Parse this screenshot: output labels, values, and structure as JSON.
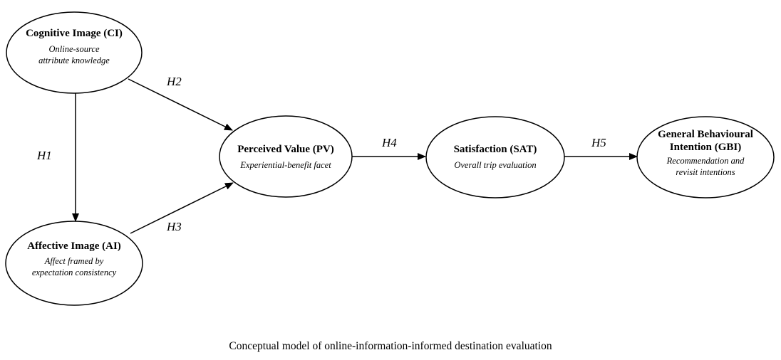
{
  "nodes": {
    "ci": {
      "title": "Cognitive Image (CI)",
      "sub1": "Online-source",
      "sub2": "attribute knowledge"
    },
    "ai": {
      "title": "Affective Image (AI)",
      "sub1": "Affect framed by",
      "sub2": "expectation consistency"
    },
    "pv": {
      "title": "Perceived Value (PV)",
      "sub1": "Experiential-benefit facet"
    },
    "sat": {
      "title": "Satisfaction (SAT)",
      "sub1": "Overall trip evaluation"
    },
    "gbi": {
      "title1": "General Behavioural",
      "title2": "Intention (GBI)",
      "sub1": "Recommendation and",
      "sub2": "revisit intentions"
    }
  },
  "edges": {
    "h1": "H1",
    "h2": "H2",
    "h3": "H3",
    "h4": "H4",
    "h5": "H5"
  },
  "caption": "Conceptual model of online-information-informed destination evaluation"
}
